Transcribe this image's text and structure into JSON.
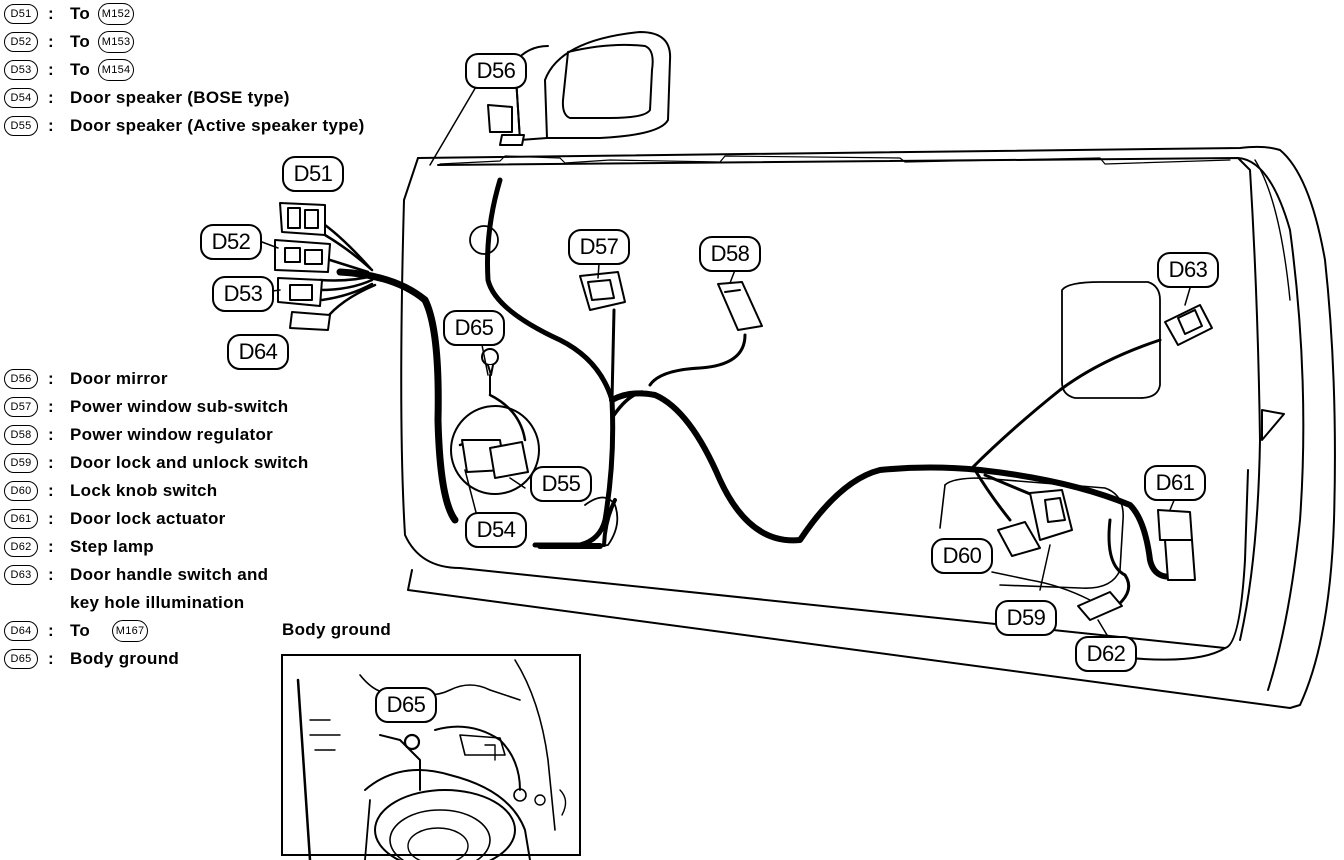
{
  "legend_top": [
    {
      "code": "D51",
      "text": "To",
      "ref": "M152"
    },
    {
      "code": "D52",
      "text": "To",
      "ref": "M153"
    },
    {
      "code": "D53",
      "text": "To",
      "ref": "M154"
    },
    {
      "code": "D54",
      "text": "Door speaker (BOSE type)"
    },
    {
      "code": "D55",
      "text": "Door speaker (Active speaker type)"
    }
  ],
  "legend_bottom": [
    {
      "code": "D56",
      "text": "Door mirror"
    },
    {
      "code": "D57",
      "text": "Power window sub-switch"
    },
    {
      "code": "D58",
      "text": "Power window regulator"
    },
    {
      "code": "D59",
      "text": "Door lock and unlock switch"
    },
    {
      "code": "D60",
      "text": "Lock knob switch"
    },
    {
      "code": "D61",
      "text": "Door lock actuator"
    },
    {
      "code": "D62",
      "text": "Step lamp"
    },
    {
      "code": "D63",
      "text": "Door handle switch and",
      "text2": "key hole illumination"
    },
    {
      "code": "D64",
      "text": "To",
      "ref": "M167"
    },
    {
      "code": "D65",
      "text": "Body ground"
    }
  ],
  "colon": ":",
  "connector_tags": {
    "d51": "D51",
    "d52": "D52",
    "d53": "D53",
    "d54": "D54",
    "d55": "D55",
    "d56": "D56",
    "d57": "D57",
    "d58": "D58",
    "d59": "D59",
    "d60": "D60",
    "d61": "D61",
    "d62": "D62",
    "d63": "D63",
    "d64": "D64",
    "d65": "D65",
    "d65_inset": "D65"
  },
  "inset_caption": "Body ground"
}
